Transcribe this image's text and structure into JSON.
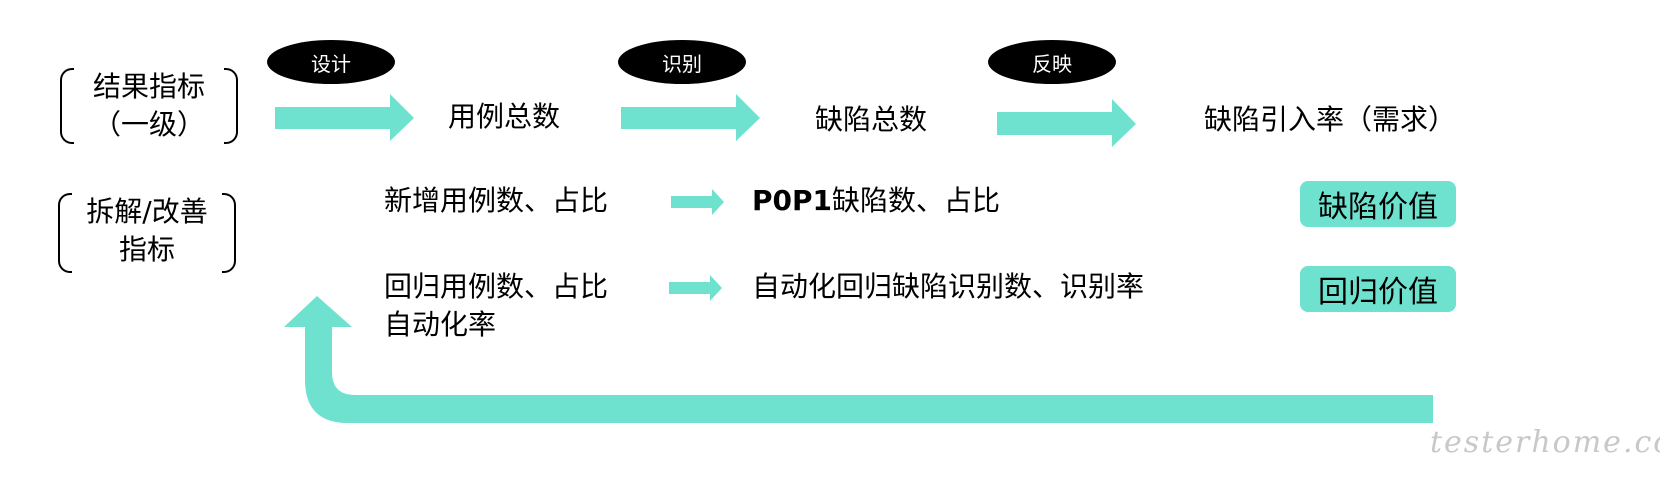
{
  "colors": {
    "accent": "#6ee2cf",
    "oval": "#000000",
    "oval_text": "#ffffff",
    "text": "#000000",
    "watermark": "#c8c8c8"
  },
  "rows": {
    "result_label": {
      "line1": "结果指标",
      "line2": "（一级）"
    },
    "breakdown_label": {
      "line1": "拆解/改善",
      "line2": "指标"
    }
  },
  "flow": {
    "steps": [
      {
        "oval": "设计",
        "target": "用例总数"
      },
      {
        "oval": "识别",
        "target": "缺陷总数"
      },
      {
        "oval": "反映",
        "target": "缺陷引入率（需求）"
      }
    ]
  },
  "breakdown": {
    "row1": {
      "source": "新增用例数、占比",
      "target_bold": "P0P1",
      "target_rest": "缺陷数、占比",
      "badge": "缺陷价值"
    },
    "row2": {
      "source_line1": "回归用例数、占比",
      "source_line2": "自动化率",
      "target": "自动化回归缺陷识别数、识别率",
      "badge": "回归价值"
    }
  },
  "watermark": "testerhome.com"
}
